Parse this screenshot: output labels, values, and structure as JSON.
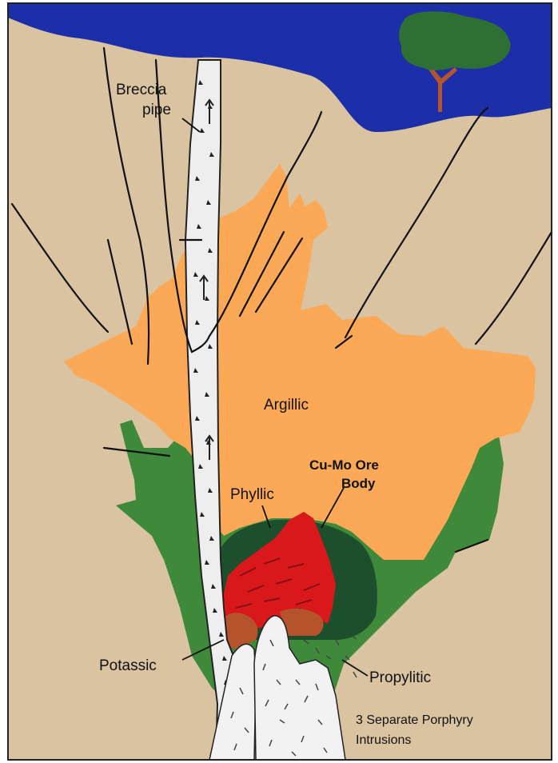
{
  "labels": {
    "breccia_line1": "Breccia",
    "breccia_line2": "pipe",
    "argillic": "Argillic",
    "ore_line1": "Cu-Mo Ore",
    "ore_line2": "Body",
    "phyllic": "Phyllic",
    "potassic": "Potassic",
    "propylitic": "Propylitic",
    "intrusions_line1": "3 Separate Porphyry",
    "intrusions_line2": "Intrusions"
  },
  "colors": {
    "sky": "#1c2fa8",
    "host_rock": "#d9c3a0",
    "argillic": "#fba857",
    "propylitic": "#3f8a3a",
    "phyllic": "#1d4f2c",
    "ore_body": "#d9181c",
    "potassic": "#b4532c",
    "breccia": "#eeeeee",
    "intrusion": "#f2f2f2",
    "faults": "#111111",
    "tree_canopy": "#2e6f34",
    "tree_trunk": "#b5552b",
    "border": "#222222"
  }
}
